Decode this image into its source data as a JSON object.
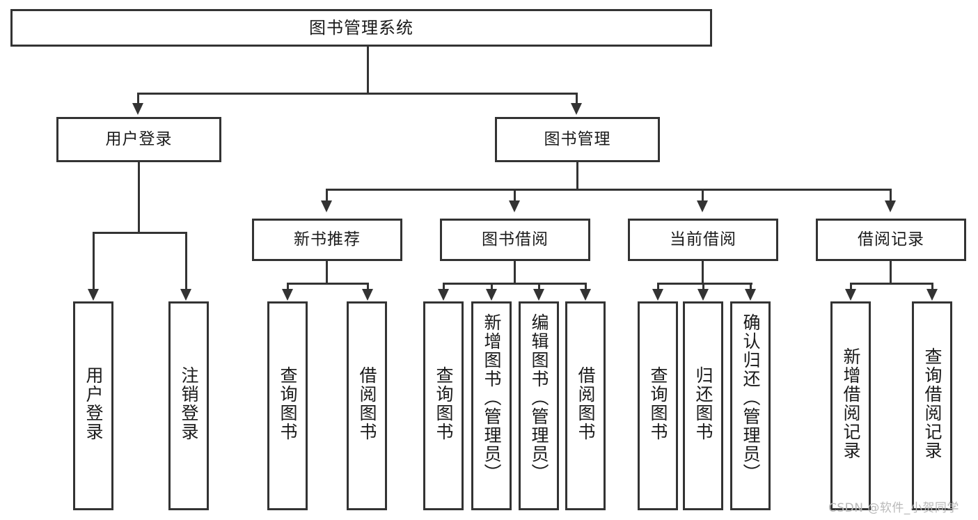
{
  "diagram": {
    "type": "tree",
    "title": "图书管理系统",
    "watermark": "CSDN @软件_小贺同学",
    "colors": {
      "stroke": "#333333",
      "background": "#ffffff",
      "text": "#1a1a1a",
      "watermark": "#b9b9b9"
    },
    "levels": {
      "root": {
        "label": "图书管理系统"
      },
      "level2": [
        {
          "label": "用户登录"
        },
        {
          "label": "图书管理"
        }
      ],
      "level3": [
        {
          "label": "新书推荐"
        },
        {
          "label": "图书借阅"
        },
        {
          "label": "当前借阅"
        },
        {
          "label": "借阅记录"
        }
      ],
      "leaves_user_login": [
        {
          "label": "用户登录"
        },
        {
          "label": "注销登录"
        }
      ],
      "leaves_new_book": [
        {
          "label": "查询图书"
        },
        {
          "label": "借阅图书"
        }
      ],
      "leaves_borrow": [
        {
          "label": "查询图书"
        },
        {
          "label": "新增图书（管理员）"
        },
        {
          "label": "编辑图书（管理员）"
        },
        {
          "label": "借阅图书"
        }
      ],
      "leaves_current": [
        {
          "label": "查询图书"
        },
        {
          "label": "归还图书"
        },
        {
          "label": "确认归还（管理员）"
        }
      ],
      "leaves_records": [
        {
          "label": "新增借阅记录"
        },
        {
          "label": "查询借阅记录"
        }
      ]
    }
  }
}
